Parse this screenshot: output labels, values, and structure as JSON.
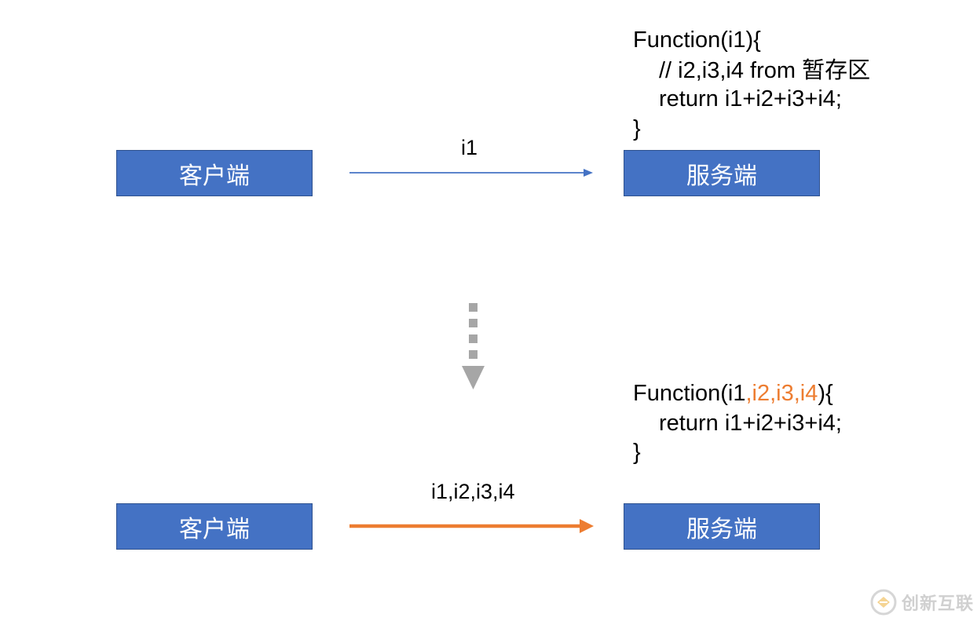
{
  "colors": {
    "box_fill": "#4472c4",
    "box_border": "#2f528f",
    "top_arrow": "#4472c4",
    "bottom_arrow": "#ed7d31",
    "transition_arrow": "#a6a6a6",
    "highlight_params": "#ed7d31"
  },
  "top": {
    "client_label": "客户端",
    "server_label": "服务端",
    "arrow_label": "i1",
    "code": {
      "line1": "Function(i1){",
      "line2_prefix": "// i2,i3,i4 from ",
      "line2_cjk": "暂存区",
      "line3": "return i1+i2+i3+i4;",
      "line4": "}"
    }
  },
  "bottom": {
    "client_label": "客户端",
    "server_label": "服务端",
    "arrow_label": "i1,i2,i3,i4",
    "code": {
      "line1_head": "Function(i1",
      "line1_highlight": ",i2,i3,i4",
      "line1_tail": "){",
      "line2": "return i1+i2+i3+i4;",
      "line3": "}"
    }
  },
  "watermark": {
    "icon": "logo-icon",
    "text": "创新互联"
  }
}
